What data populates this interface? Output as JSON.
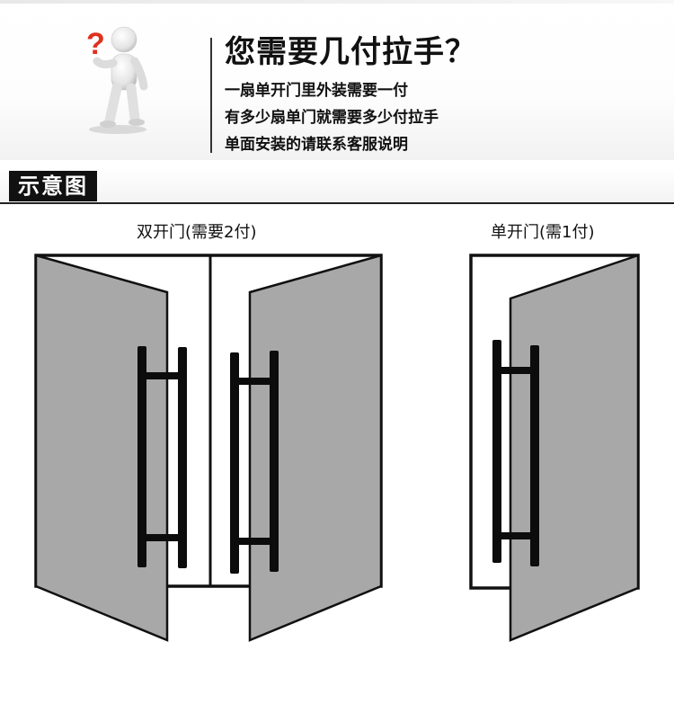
{
  "header": {
    "question": "您需要几付拉手？",
    "lines": [
      "一扇单开门里外装需要一付",
      "有多少扇单门就需要多少付拉手",
      "单面安装的请联系客服说明"
    ]
  },
  "section": {
    "tag": "示意图"
  },
  "diagram": {
    "double_door_caption": "双开门(需要2付)",
    "single_door_caption": "单开门(需1付)"
  },
  "colors": {
    "door_fill": "#a8a8a8",
    "frame_stroke": "#111111",
    "handle": "#0c0c0c",
    "question_mark": "#e0301e",
    "tag_background": "#111111"
  },
  "icons": {
    "figure": "question-person-icon"
  }
}
